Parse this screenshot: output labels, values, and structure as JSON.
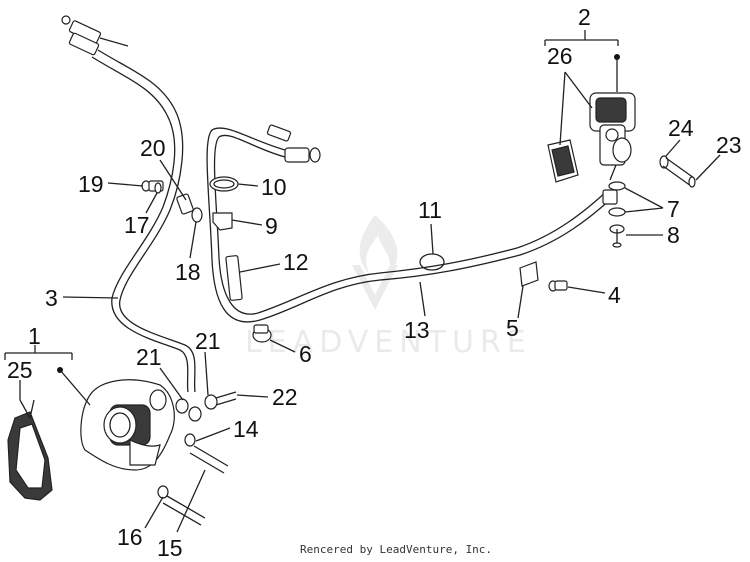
{
  "callouts": [
    {
      "id": "c1",
      "text": "1"
    },
    {
      "id": "c2",
      "text": "2"
    },
    {
      "id": "c3",
      "text": "3"
    },
    {
      "id": "c4",
      "text": "4"
    },
    {
      "id": "c5",
      "text": "5"
    },
    {
      "id": "c6",
      "text": "6"
    },
    {
      "id": "c7",
      "text": "7"
    },
    {
      "id": "c8",
      "text": "8"
    },
    {
      "id": "c9",
      "text": "9"
    },
    {
      "id": "c10",
      "text": "10"
    },
    {
      "id": "c11",
      "text": "11"
    },
    {
      "id": "c12",
      "text": "12"
    },
    {
      "id": "c13",
      "text": "13"
    },
    {
      "id": "c14",
      "text": "14"
    },
    {
      "id": "c15",
      "text": "15"
    },
    {
      "id": "c16",
      "text": "16"
    },
    {
      "id": "c17",
      "text": "17"
    },
    {
      "id": "c18",
      "text": "18"
    },
    {
      "id": "c19",
      "text": "19"
    },
    {
      "id": "c20",
      "text": "20"
    },
    {
      "id": "c21a",
      "text": "21"
    },
    {
      "id": "c21b",
      "text": "21"
    },
    {
      "id": "c22",
      "text": "22"
    },
    {
      "id": "c23",
      "text": "23"
    },
    {
      "id": "c24",
      "text": "24"
    },
    {
      "id": "c25",
      "text": "25"
    },
    {
      "id": "c26",
      "text": "26"
    }
  ],
  "watermark": "LEADVENTURE",
  "footer": "Rencered by LeadVenture, Inc."
}
